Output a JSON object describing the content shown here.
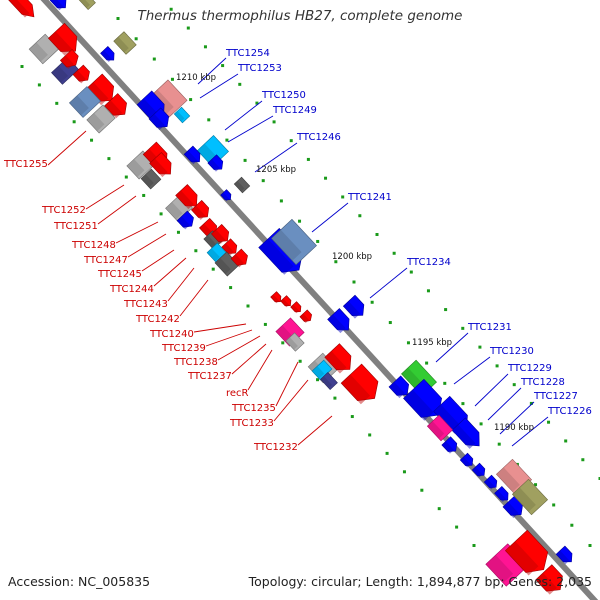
{
  "title": "Thermus thermophilus HB27, complete genome",
  "accession_text": "Accession: NC_005835",
  "topology_text": "Topology: circular; Length: 1,894,877 bp; Genes: 2,035",
  "colors": {
    "forward_label": "#0000cc",
    "reverse_label": "#cc0000",
    "backbone": "#808080",
    "tick": "#1a9a1a",
    "gene_red": "#ff0000",
    "gene_blue": "#0000ff",
    "gene_green": "#33cc33",
    "gene_pink": "#ff1493",
    "gene_gray": "#b0b0b0",
    "gene_cyan": "#00bfff",
    "gene_olive": "#a0a060",
    "gene_salmon": "#e89090",
    "gene_steel": "#6a8fc0",
    "gene_darkgray": "#606060",
    "gene_navy": "#404090"
  },
  "ruler_labels": [
    "1210 kbp",
    "1205 kbp",
    "1200 kbp",
    "1195 kbp",
    "1190 kbp"
  ],
  "forward_gene_labels": [
    "TTC1254",
    "TTC1253",
    "TTC1250",
    "TTC1249",
    "TTC1246",
    "TTC1241",
    "TTC1234",
    "TTC1231",
    "TTC1230",
    "TTC1229",
    "TTC1228",
    "TTC1227",
    "TTC1226"
  ],
  "reverse_gene_labels": [
    "TTC1255",
    "TTC1252",
    "TTC1251",
    "TTC1248",
    "TTC1247",
    "TTC1245",
    "TTC1244",
    "TTC1243",
    "TTC1242",
    "TTC1240",
    "TTC1239",
    "TTC1238",
    "TTC1237",
    "recR",
    "TTC1235",
    "TTC1233",
    "TTC1232"
  ]
}
